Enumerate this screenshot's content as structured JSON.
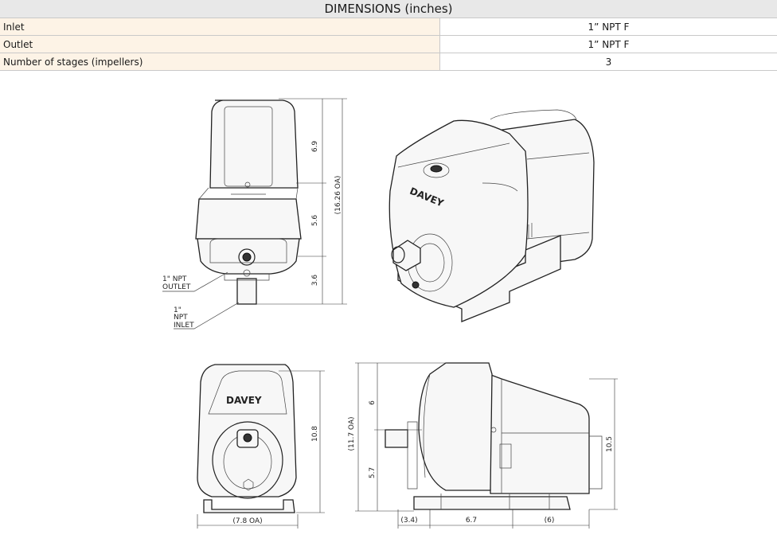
{
  "table": {
    "title": "DIMENSIONS (inches)",
    "rows": [
      {
        "label": "Inlet",
        "value": "1” NPT F"
      },
      {
        "label": "Outlet",
        "value": "1” NPT F"
      },
      {
        "label": "Number of stages (impellers)",
        "value": "3"
      }
    ]
  },
  "drawing": {
    "brand": "DAVEY",
    "front_view": {
      "dims": {
        "top": "6.9",
        "middle": "5.6",
        "bottom": "3.6",
        "overall": "(16.26 OA)"
      },
      "outlet_label": [
        "1\" NPT",
        "OUTLET"
      ],
      "inlet_label": [
        "1\"",
        "NPT",
        "INLET"
      ]
    },
    "end_view": {
      "dims": {
        "height": "10.8",
        "width": "(7.8 OA)"
      }
    },
    "side_view": {
      "dims": {
        "top": "6",
        "bottom": "5.7",
        "overall": "(11.7 OA)",
        "right": "10.5",
        "left_w": "(3.4)",
        "mid_w": "6.7",
        "right_w": "(6)"
      }
    }
  }
}
